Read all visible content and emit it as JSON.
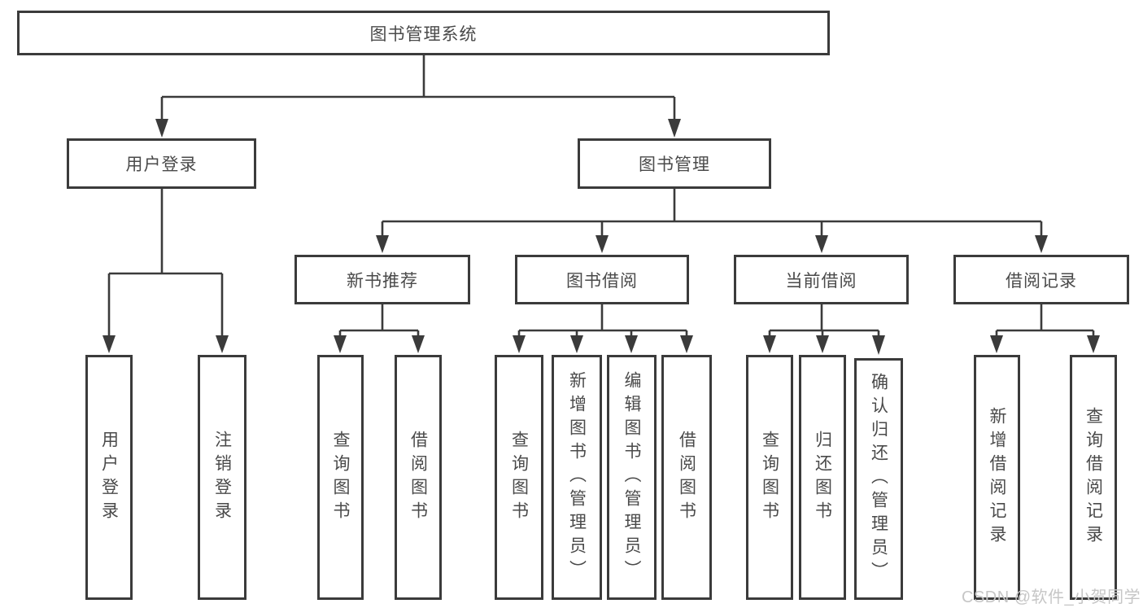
{
  "nodes": {
    "root": "图书管理系统",
    "user_login": "用户登录",
    "book_mgmt": "图书管理",
    "new_book_rec": "新书推荐",
    "book_borrow": "图书借阅",
    "current_borrow": "当前借阅",
    "borrow_records": "借阅记录",
    "leaf_user_login": "用户登录",
    "leaf_logout": "注销登录",
    "leaf_nbr_query": "查询图书",
    "leaf_nbr_borrow": "借阅图书",
    "leaf_bb_query": "查询图书",
    "leaf_bb_add": "新增图书（管理员）",
    "leaf_bb_edit": "编辑图书（管理员）",
    "leaf_bb_borrow": "借阅图书",
    "leaf_cb_query": "查询图书",
    "leaf_cb_return": "归还图书",
    "leaf_cb_confirm": "确认归还（管理员）",
    "leaf_br_add": "新增借阅记录",
    "leaf_br_query": "查询借阅记录"
  },
  "watermark": "CSDN @软件_小贺同学",
  "colors": {
    "line": "#3b3b3b",
    "text": "#4a4a4a",
    "watermark": "#c6c6c6",
    "background": "#ffffff"
  }
}
